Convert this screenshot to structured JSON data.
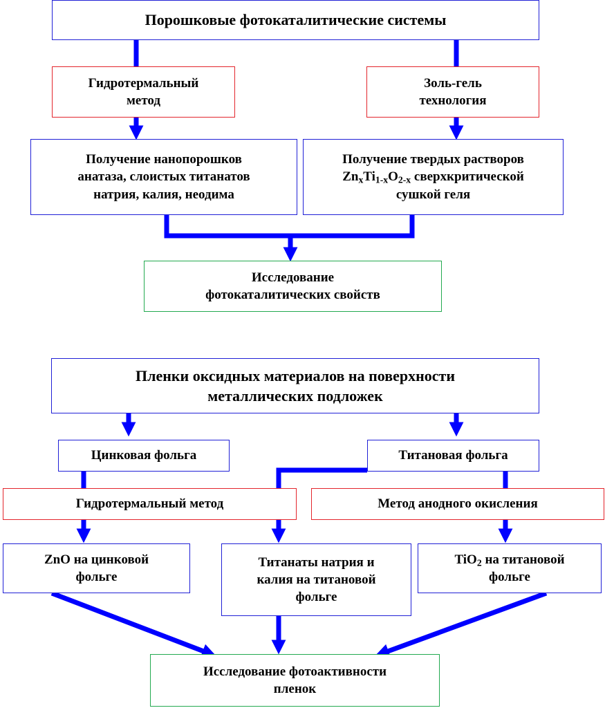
{
  "colors": {
    "arrow": "#0000ff",
    "primary_border": "#1f1fd6",
    "method_border": "#e3242b",
    "result_border": "#22a94f"
  },
  "section1": {
    "title": "Порошковые фотокаталитические системы",
    "hydrothermal_line1": "Гидротермальный",
    "hydrothermal_line2": "метод",
    "solgel_line1": "Золь-гель",
    "solgel_line2": "технология",
    "powders_line1": "Получение нанопорошков",
    "powders_line2": "анатаза, слоистых титанатов",
    "powders_line3": "натрия, калия, неодима",
    "solutions_line1": "Получение твердых растворов",
    "solutions_f1": "Zn",
    "solutions_s1": "x",
    "solutions_f2": "Ti",
    "solutions_s2": "1-x",
    "solutions_f3": "O",
    "solutions_s3": "2-x",
    "solutions_tail": " сверхкритической",
    "solutions_line3": "сушкой геля",
    "research_line1": "Исследование",
    "research_line2": "фотокаталитических свойств"
  },
  "section2": {
    "title_line1": "Пленки оксидных материалов на поверхности",
    "title_line2": "металлических подложек",
    "zinc_foil": "Цинковая фольга",
    "titanium_foil": "Титановая фольга",
    "hydrothermal": "Гидротермальный метод",
    "anodic": "Метод анодного окисления",
    "zno_line1": "ZnO на цинковой",
    "zno_line2": "фольге",
    "titanates_line1": "Титанаты натрия и",
    "titanates_line2": "калия на титановой",
    "titanates_line3": "фольге",
    "tio2_f1": "TiO",
    "tio2_s1": "2",
    "tio2_tail": " на титановой",
    "tio2_line2": "фольге",
    "research_line1": "Исследование фотоактивности",
    "research_line2": "пленок"
  }
}
